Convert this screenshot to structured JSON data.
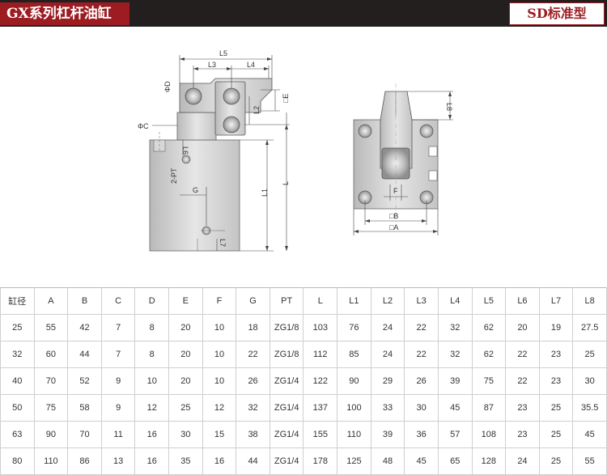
{
  "header": {
    "title": "GX系列杠杆油缸",
    "model": "SD标准型"
  },
  "drawing_labels": {
    "L5": "L5",
    "L3": "L3",
    "L4": "L4",
    "phiD": "ΦD",
    "E": "□E",
    "L2": "L2",
    "phiC": "ΦC",
    "L6": "L6",
    "PT": "2-PT",
    "G": "G",
    "L1": "L1",
    "L": "L",
    "L7": "L7",
    "L8": "L8",
    "F": "F",
    "B": "□B",
    "A": "□A"
  },
  "table": {
    "headers": [
      "缸径",
      "A",
      "B",
      "C",
      "D",
      "E",
      "F",
      "G",
      "PT",
      "L",
      "L1",
      "L2",
      "L3",
      "L4",
      "L5",
      "L6",
      "L7",
      "L8"
    ],
    "rows": [
      [
        "25",
        "55",
        "42",
        "7",
        "8",
        "20",
        "10",
        "18",
        "ZG1/8",
        "103",
        "76",
        "24",
        "22",
        "32",
        "62",
        "20",
        "19",
        "27.5"
      ],
      [
        "32",
        "60",
        "44",
        "7",
        "8",
        "20",
        "10",
        "22",
        "ZG1/8",
        "112",
        "85",
        "24",
        "22",
        "32",
        "62",
        "22",
        "23",
        "25"
      ],
      [
        "40",
        "70",
        "52",
        "9",
        "10",
        "20",
        "10",
        "26",
        "ZG1/4",
        "122",
        "90",
        "29",
        "26",
        "39",
        "75",
        "22",
        "23",
        "30"
      ],
      [
        "50",
        "75",
        "58",
        "9",
        "12",
        "25",
        "12",
        "32",
        "ZG1/4",
        "137",
        "100",
        "33",
        "30",
        "45",
        "87",
        "23",
        "25",
        "35.5"
      ],
      [
        "63",
        "90",
        "70",
        "11",
        "16",
        "30",
        "15",
        "38",
        "ZG1/4",
        "155",
        "110",
        "39",
        "36",
        "57",
        "108",
        "23",
        "25",
        "45"
      ],
      [
        "80",
        "110",
        "86",
        "13",
        "16",
        "35",
        "16",
        "44",
        "ZG1/4",
        "178",
        "125",
        "48",
        "45",
        "65",
        "128",
        "24",
        "25",
        "55"
      ]
    ]
  }
}
